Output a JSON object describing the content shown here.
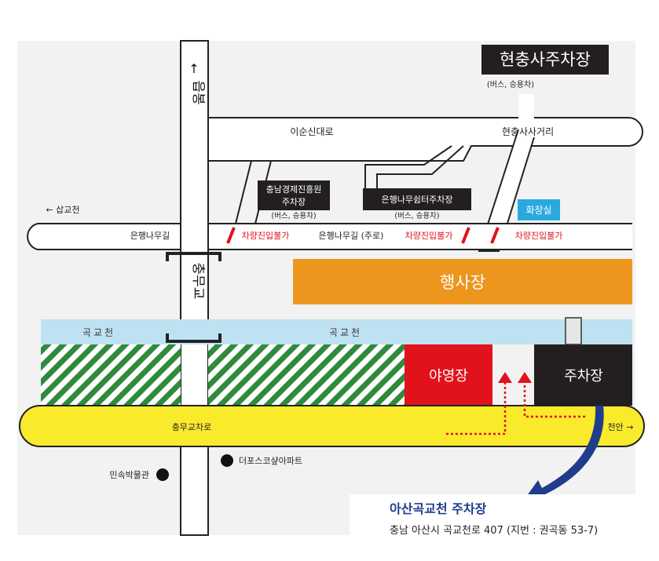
{
  "labels": {
    "hyeonchungsa_parking": "현충사주차장",
    "hyeonchungsa_parking_sub": "(버스, 승용차)",
    "up_arrow": "↑",
    "eumbong": "읍봉",
    "isunsin_road": "이순신대로",
    "hyeonchungsa_intersection": "현충사사거리",
    "sapgyocheon": "← 삽교천",
    "chungnam_parking_line1": "충남경제진흥원",
    "chungnam_parking_line2": "주차장",
    "chungnam_parking_sub": "(버스, 승용차)",
    "ginkgo_rest_parking": "은행나무쉼터주차장",
    "ginkgo_rest_parking_sub": "(버스, 승용차)",
    "restroom": "화장실",
    "ginkgo_road_left": "은행나무길",
    "ginkgo_road_main": "은행나무길 (주로)",
    "no_entry_1": "차량진입불가",
    "no_entry_2": "차량진입불가",
    "no_entry_3": "차량진입불가",
    "event_venue": "행사장",
    "chungmugyo": "충무교",
    "gokgyocheon_left": "곡교천",
    "gokgyocheon_center": "곡교천",
    "night_market": "야영장",
    "parking": "주차장",
    "chungmugyo_road": "충무교차로",
    "cheonan": "천안 →",
    "depos_apt": "더포스코샾아파트",
    "folk_museum": "민속박물관",
    "destination_title": "아산곡교천 주차장",
    "destination_address": "충남 아산시 곡교천로 407 (지번 : 권곡동 53-7)"
  },
  "colors": {
    "road_fill": "#ffffff",
    "road_stroke": "#222222",
    "map_bg": "#f2f2f2",
    "label_box": "#231f20",
    "event_orange": "#ec961e",
    "river_blue": "#bfe2f3",
    "night_market_red": "#e1121b",
    "restroom_blue": "#2aa9e0",
    "highway_yellow": "#faea2c",
    "green_hatch": "#2e8b3c",
    "red_text": "#e1121b",
    "arrow_navy": "#1f3d8c"
  }
}
